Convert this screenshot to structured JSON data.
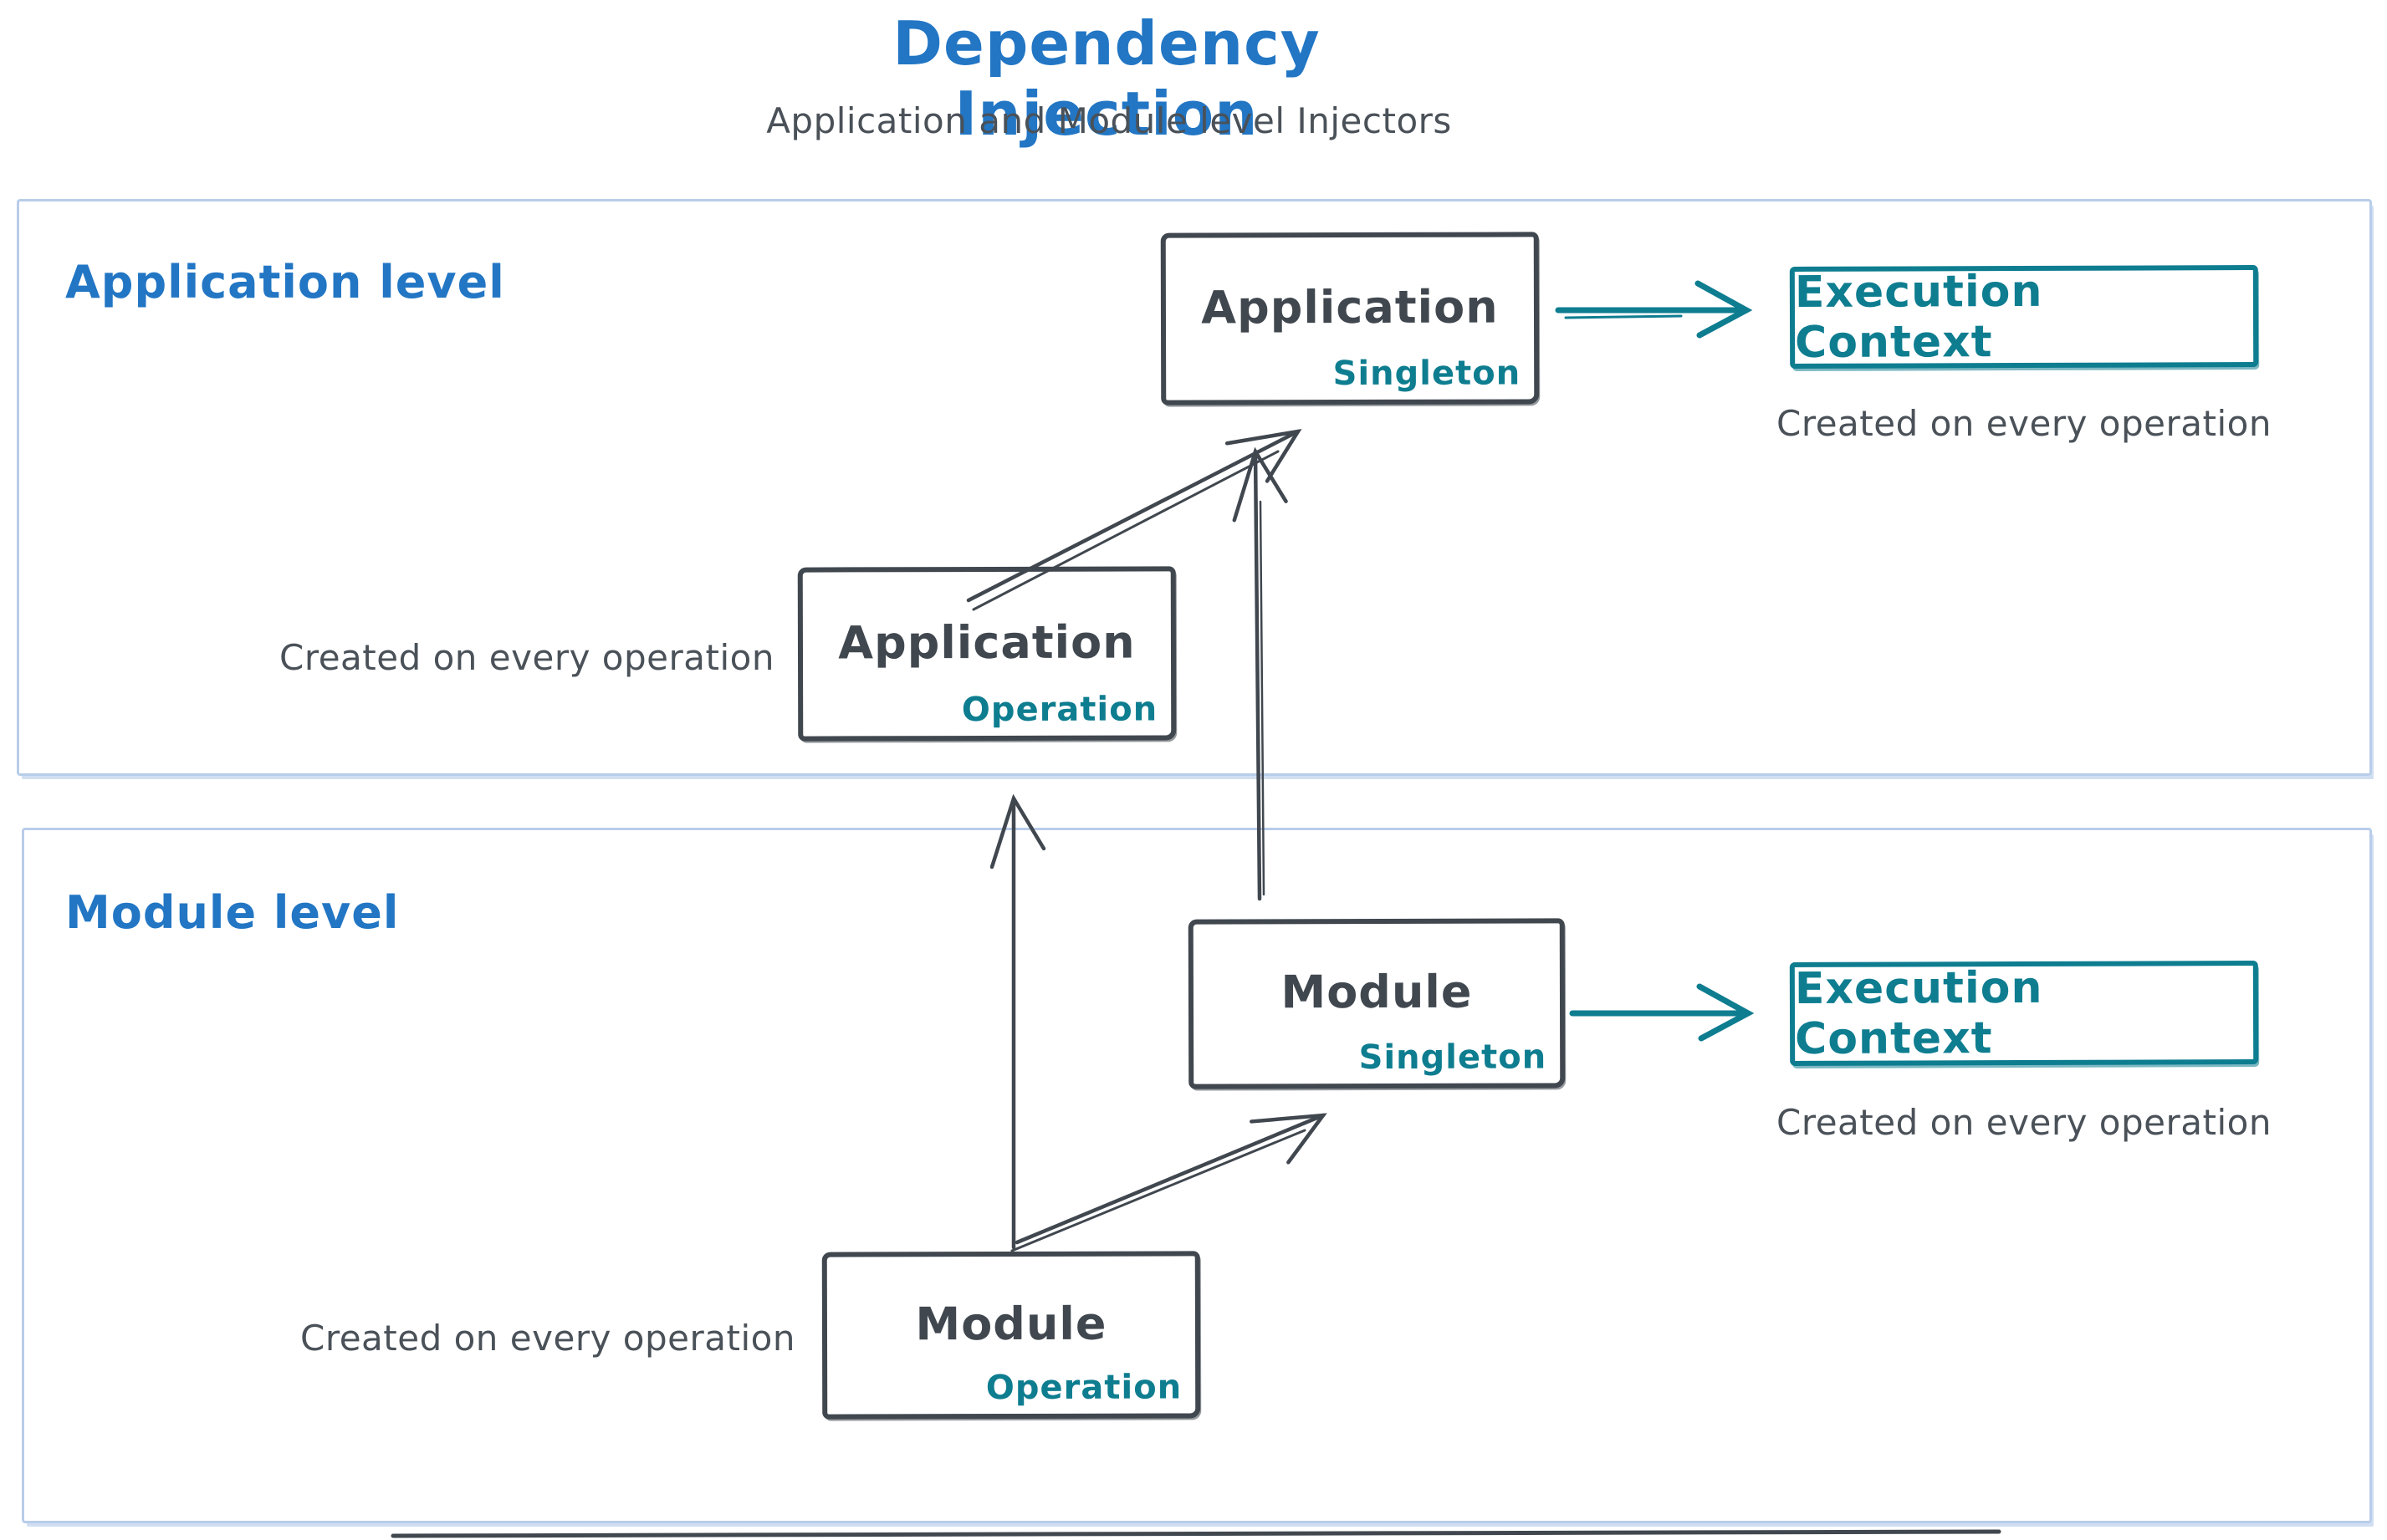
{
  "header": {
    "title": "Dependency Injection",
    "subtitle": "Application and Module level Injectors"
  },
  "colors": {
    "blue": "#2276c4",
    "teal": "#0e7d90",
    "dark": "#40474f",
    "container_border": "#b8cde9",
    "caption_gray": "#4a5158"
  },
  "application_level": {
    "label": "Application level",
    "singleton_box": {
      "title": "Application",
      "scope": "Singleton"
    },
    "operation_box": {
      "title": "Application",
      "scope": "Operation"
    },
    "operation_caption": "Created on every operation",
    "execution_context": {
      "label": "Execution Context",
      "caption": "Created on every operation"
    }
  },
  "module_level": {
    "label": "Module level",
    "singleton_box": {
      "title": "Module",
      "scope": "Singleton"
    },
    "operation_box": {
      "title": "Module",
      "scope": "Operation"
    },
    "operation_caption": "Created on every operation",
    "execution_context": {
      "label": "Execution Context",
      "caption": "Created on every operation"
    }
  },
  "icons": {
    "arrow_right": "arrow-right-icon",
    "arrow_up": "arrow-up-icon"
  }
}
